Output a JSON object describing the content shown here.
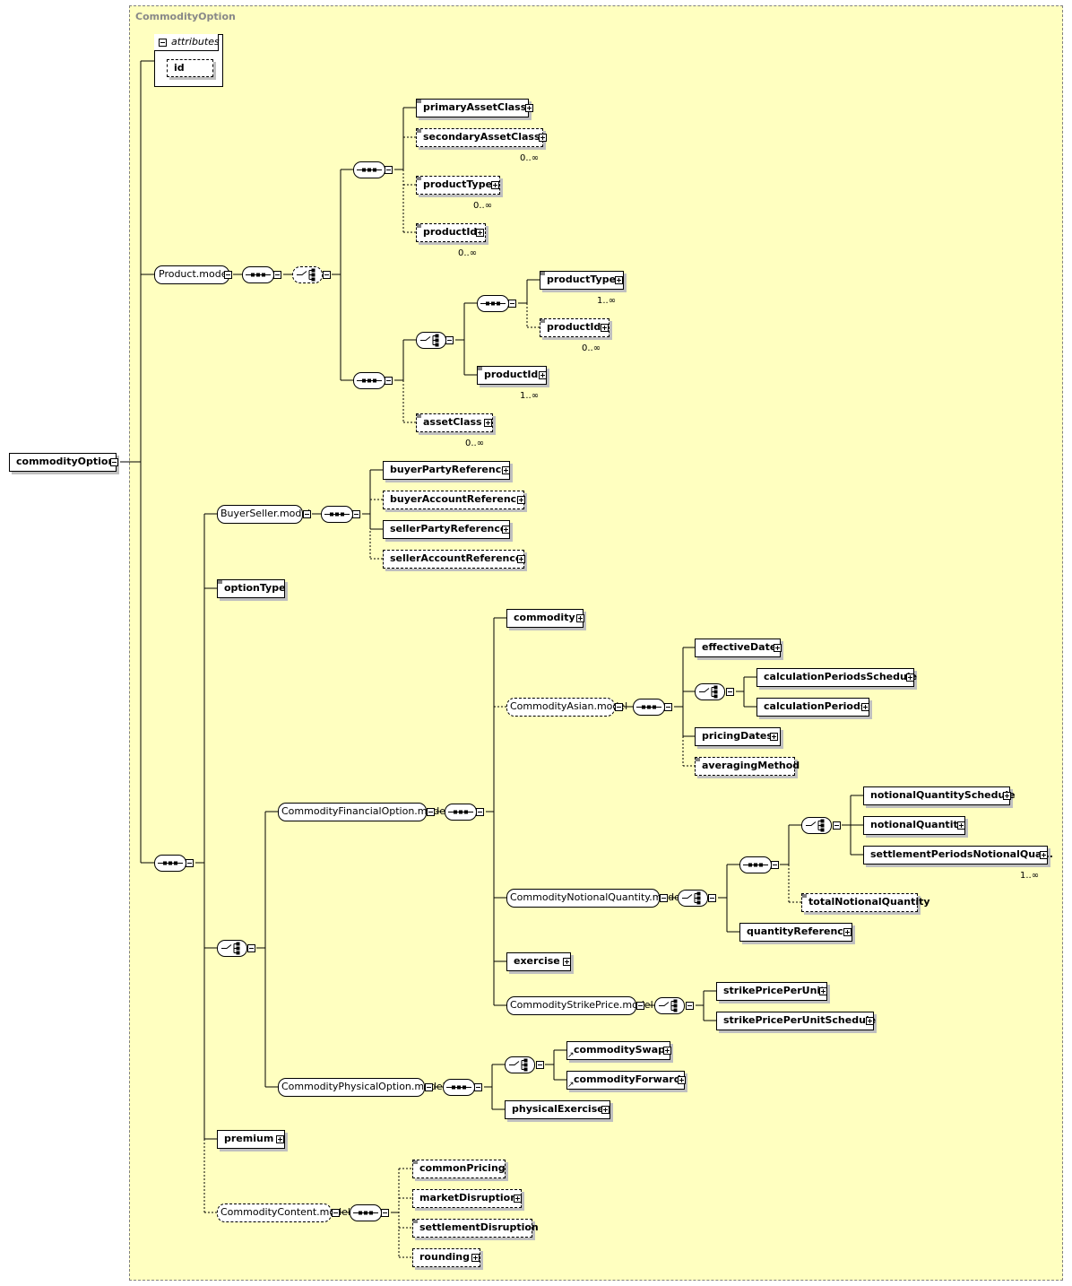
{
  "title": "CommodityOption",
  "root": "commodityOption",
  "attributes": {
    "label": "attributes",
    "items": [
      "id"
    ]
  },
  "elements": {
    "primaryAssetClass": "primaryAssetClass",
    "secondaryAssetClass": "secondaryAssetClass",
    "productType1": "productType",
    "productId1": "productId",
    "productType2": "productType",
    "productId2": "productId",
    "productId3": "productId",
    "assetClass": "assetClass",
    "buyerPartyReference": "buyerPartyReference",
    "buyerAccountReference": "buyerAccountReference",
    "sellerPartyReference": "sellerPartyReference",
    "sellerAccountReference": "sellerAccountReference",
    "optionType": "optionType",
    "commodity": "commodity",
    "effectiveDate": "effectiveDate",
    "calculationPeriodsSchedule": "calculationPeriodsSchedule",
    "calculationPeriods": "calculationPeriods",
    "pricingDates": "pricingDates",
    "averagingMethod": "averagingMethod",
    "notionalQuantitySchedule": "notionalQuantitySchedule",
    "notionalQuantity": "notionalQuantity",
    "settlementPeriodsNotionalQua": "settlementPeriodsNotionalQua...",
    "totalNotionalQuantity": "totalNotionalQuantity",
    "quantityReference": "quantityReference",
    "exercise": "exercise",
    "strikePricePerUnit": "strikePricePerUnit",
    "strikePricePerUnitSchedule": "strikePricePerUnitSchedule",
    "commoditySwap": "commoditySwap",
    "commodityForward": "commodityForward",
    "physicalExercise": "physicalExercise",
    "premium": "premium",
    "commonPricing": "commonPricing",
    "marketDisruption": "marketDisruption",
    "settlementDisruption": "settlementDisruption",
    "rounding": "rounding"
  },
  "models": {
    "product": "Product.model",
    "buyerSeller": "BuyerSeller.model",
    "commodityAsian": "CommodityAsian.model",
    "commodityFinancialOption": "CommodityFinancialOption.model",
    "commodityNotionalQuantity": "CommodityNotionalQuantity.model",
    "commodityStrikePrice": "CommodityStrikePrice.model",
    "commodityPhysicalOption": "CommodityPhysicalOption.model",
    "commodityContent": "CommodityContent.model"
  },
  "cardinalities": {
    "secondaryAssetClass": "0..∞",
    "productType1": "0..∞",
    "productId1": "0..∞",
    "productType2": "1..∞",
    "productId2": "0..∞",
    "productId3": "1..∞",
    "assetClass": "0..∞",
    "settlementPeriodsNotionalQua": "1..∞"
  },
  "colors": {
    "background": "#ffffc0",
    "border": "#808080",
    "title": "#888888"
  }
}
